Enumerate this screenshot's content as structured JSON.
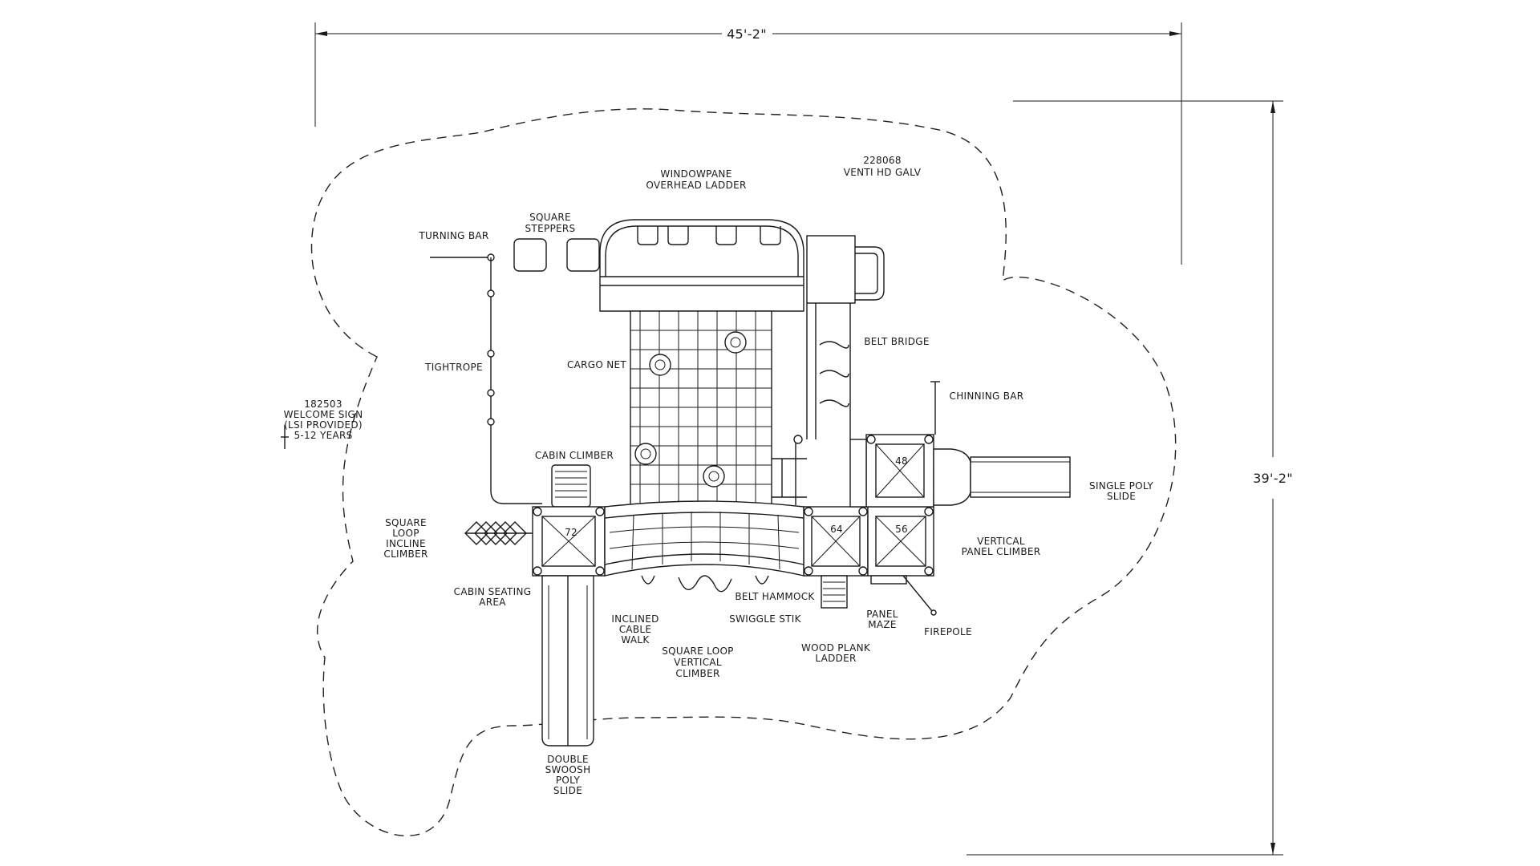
{
  "dimensions": {
    "width": "45'-2\"",
    "height": "39'-2\""
  },
  "platform_numbers": [
    "72",
    "64",
    "56",
    "48"
  ],
  "labels": {
    "model": [
      "228068",
      "VENTI HD GALV"
    ],
    "windowpane": [
      "WINDOWPANE",
      "OVERHEAD LADDER"
    ],
    "square_steppers": [
      "SQUARE",
      "STEPPERS"
    ],
    "turning_bar": [
      "TURNING BAR"
    ],
    "tightrope": [
      "TIGHTROPE"
    ],
    "cargo_net": [
      "CARGO NET"
    ],
    "belt_bridge": [
      "BELT BRIDGE"
    ],
    "chinning_bar": [
      "CHINNING BAR"
    ],
    "welcome_sign": [
      "182503",
      "WELCOME SIGN",
      "(LSI PROVIDED)",
      "5-12 YEARS"
    ],
    "cabin_climber": [
      "CABIN CLIMBER"
    ],
    "single_poly_slide": [
      "SINGLE POLY",
      "SLIDE"
    ],
    "square_loop_incline": [
      "SQUARE",
      "LOOP",
      "INCLINE",
      "CLIMBER"
    ],
    "vertical_panel": [
      "VERTICAL",
      "PANEL CLIMBER"
    ],
    "cabin_seating": [
      "CABIN SEATING",
      "AREA"
    ],
    "belt_hammock": [
      "BELT HAMMOCK"
    ],
    "inclined_cable": [
      "INCLINED",
      "CABLE",
      "WALK"
    ],
    "swiggle_stik": [
      "SWIGGLE STIK"
    ],
    "panel_maze": [
      "PANEL",
      "MAZE"
    ],
    "firepole": [
      "FIREPOLE"
    ],
    "square_loop_vertical": [
      "SQUARE LOOP",
      "VERTICAL",
      "CLIMBER"
    ],
    "wood_plank": [
      "WOOD PLANK",
      "LADDER"
    ],
    "double_swoosh": [
      "DOUBLE",
      "SWOOSH",
      "POLY",
      "SLIDE"
    ]
  }
}
